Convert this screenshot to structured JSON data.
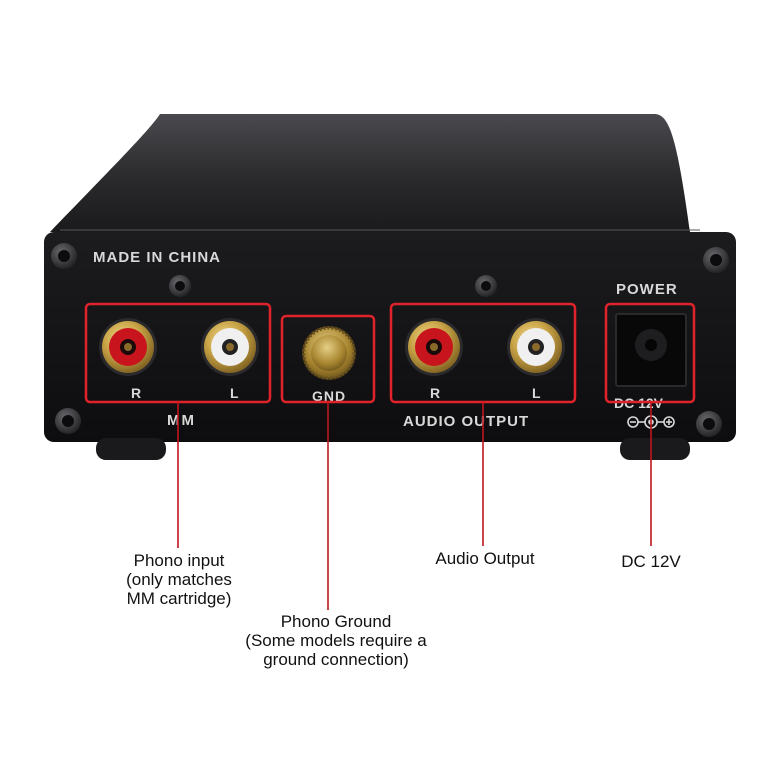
{
  "panel": {
    "made_in": "MADE IN CHINA",
    "power_label": "POWER",
    "mm_label": "MM",
    "gnd_label": "GND",
    "audio_output_label": "AUDIO OUTPUT",
    "dc_label": "DC 12V",
    "r_label": "R",
    "l_label": "L"
  },
  "callouts": {
    "phono_input": [
      "Phono input",
      "(only matches",
      "MM cartridge)"
    ],
    "phono_ground": [
      "Phono Ground",
      "(Some models require a",
      "ground connection)"
    ],
    "audio_output": [
      "Audio Output"
    ],
    "dc": [
      "DC 12V"
    ]
  },
  "colors": {
    "highlight": "#e0232a",
    "chassis": "#141416",
    "panel_text": "#d8d8d8",
    "rca_red": "#c8141c",
    "rca_white": "#f0f0f0",
    "gold": "#c9a447"
  }
}
